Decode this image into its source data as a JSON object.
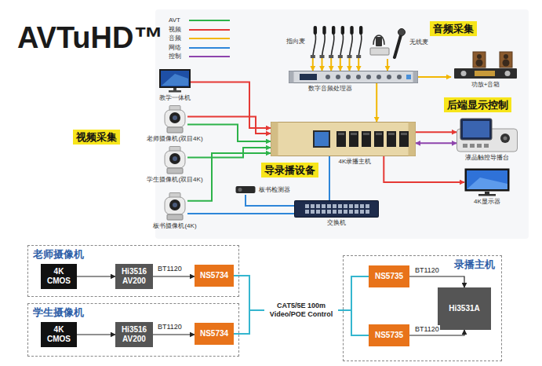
{
  "diagram": {
    "nodes": [
      {
        "text": [
          "指向麦"
        ]
      },
      {
        "text": [
          "无线麦"
        ]
      },
      {
        "text": [
          "音频采集"
        ]
      },
      {
        "text": [
          "数字音频处理器"
        ]
      },
      {
        "text": [
          "功放+音箱"
        ]
      },
      {
        "text": [
          "教学一体机"
        ]
      },
      {
        "text": [
          "后端显示控制"
        ]
      },
      {
        "text": [
          "老师摄像机(双目4K)"
        ]
      },
      {
        "text": [
          "4K录播主机"
        ]
      },
      {
        "text": [
          "液晶触控导播台"
        ]
      },
      {
        "text": [
          "视频采集"
        ]
      },
      {
        "text": [
          "学生摄像机(双目4K)"
        ]
      },
      {
        "text": [
          "导录播设备"
        ]
      },
      {
        "text": [
          "4K显示器"
        ]
      },
      {
        "text": [
          "板书检测器"
        ]
      },
      {
        "text": [
          "板书摄像机(4K)"
        ]
      },
      {
        "text": [
          "交换机"
        ]
      },
      {
        "text": [
          "老师摄像机"
        ]
      },
      {
        "text": [
          "4K CMOS"
        ],
        "in": 17
      },
      {
        "text": [
          "Hi3516 AV200"
        ],
        "in": 17
      },
      {
        "text": [
          "NS5734"
        ],
        "in": 17
      },
      {
        "text": [
          "录播主机"
        ]
      },
      {
        "text": [
          "NS5735"
        ],
        "in": 21
      },
      {
        "text": [
          "NS5735"
        ],
        "in": 21
      },
      {
        "text": [
          "Hi3531A"
        ],
        "in": 21
      },
      {
        "text": [
          "学生摄像机"
        ]
      },
      {
        "text": [
          "4K CMOS"
        ],
        "in": 25
      },
      {
        "text": [
          "Hi3516 AV200"
        ],
        "in": 25
      },
      {
        "text": [
          "NS5734"
        ],
        "in": 25
      }
    ],
    "edges": [
      {
        "from": 0,
        "to": 3,
        "arrow": "to"
      },
      {
        "from": 1,
        "to": 3,
        "arrow": "to"
      },
      {
        "from": 3,
        "to": 4,
        "arrow": "to"
      },
      {
        "from": 3,
        "to": 8,
        "arrow": "to"
      },
      {
        "from": 5,
        "to": 8,
        "arrow": "to"
      },
      {
        "from": 7,
        "to": 8,
        "arrow": "to"
      },
      {
        "from": 7,
        "to": 8,
        "arrow": "to"
      },
      {
        "from": 11,
        "to": 8,
        "arrow": "to"
      },
      {
        "from": 15,
        "to": 8,
        "arrow": "to"
      },
      {
        "from": 15,
        "to": 16,
        "arrow": "none"
      },
      {
        "from": 14,
        "to": 16,
        "arrow": "none"
      },
      {
        "from": 16,
        "to": 8,
        "arrow": "none"
      },
      {
        "from": 8,
        "to": 9,
        "arrow": "to"
      },
      {
        "from": 8,
        "to": 9,
        "arrow": "both"
      },
      {
        "from": 8,
        "to": 13,
        "arrow": "to"
      },
      {
        "from": 18,
        "to": 19,
        "arrow": "to"
      },
      {
        "from": 19,
        "to": 20,
        "arrow": "to",
        "label": "BT1120"
      },
      {
        "from": 26,
        "to": 27,
        "arrow": "to"
      },
      {
        "from": 27,
        "to": 28,
        "arrow": "to",
        "label": "BT1120"
      },
      {
        "from": 20,
        "to": 22,
        "arrow": "none",
        "label": "CAT5/5E 100m Video/POE Control"
      },
      {
        "from": 20,
        "to": 23,
        "arrow": "none"
      },
      {
        "from": 28,
        "to": 22,
        "arrow": "none"
      },
      {
        "from": 28,
        "to": 23,
        "arrow": "none"
      },
      {
        "from": 22,
        "to": 24,
        "arrow": "to",
        "label": "BT1120"
      },
      {
        "from": 23,
        "to": 24,
        "arrow": "to",
        "label": "BT1120"
      }
    ],
    "labels": [
      "AVTuHD™"
    ],
    "legend": [
      {
        "text": "AVT",
        "color": "#2db34a"
      },
      {
        "text": "视频",
        "color": "#e53935"
      },
      {
        "text": "音频",
        "color": "#f2b705"
      },
      {
        "text": "网络",
        "color": "#2e86d9"
      },
      {
        "text": "控制",
        "color": "#8e44ad"
      }
    ]
  }
}
